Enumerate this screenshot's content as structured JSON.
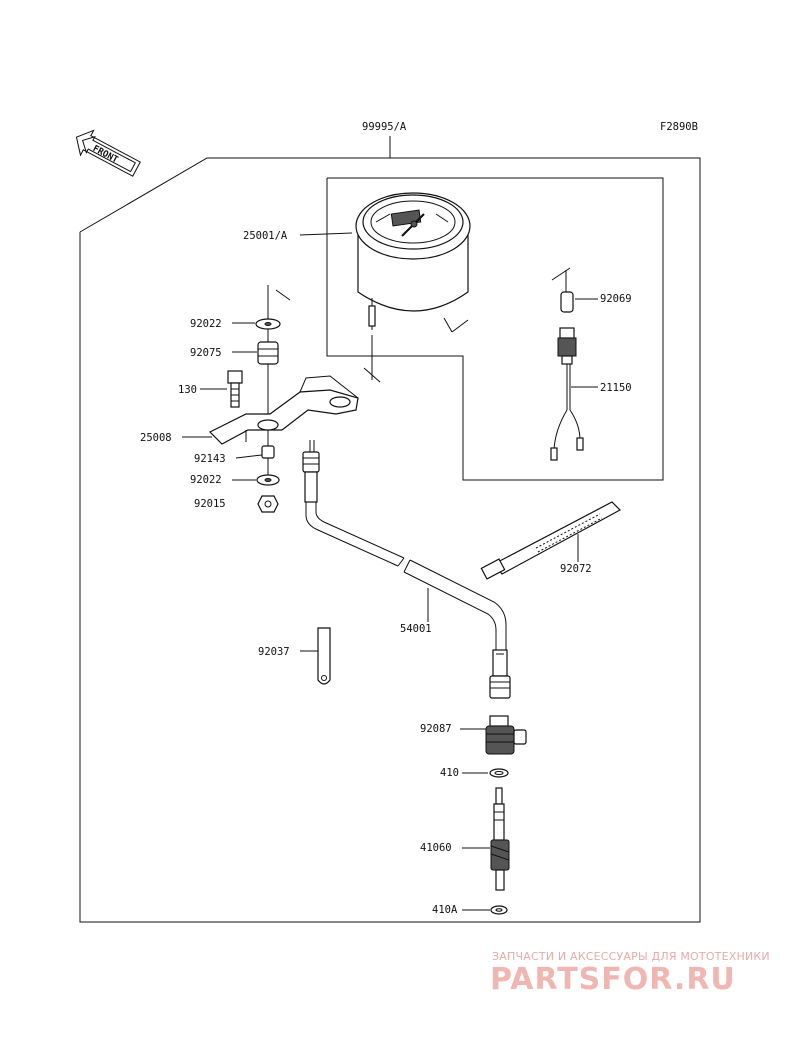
{
  "diagram": {
    "code": "F2890B",
    "assembly_number": "99995/A",
    "front_label": "FRONT",
    "parts": {
      "meter": "25001/A",
      "socket": "92069",
      "wiring": "21150",
      "washer_top": "92022",
      "damper": "92075",
      "bolt": "130",
      "bracket": "25008",
      "collar": "92143",
      "washer_bottom": "92022",
      "nut": "92015",
      "band": "92072",
      "cable": "54001",
      "clamp": "92037",
      "housing": "92087",
      "oring": "410",
      "gear": "41060",
      "washer_gear": "410A"
    }
  },
  "watermark": {
    "subtitle": "ЗАПЧАСТИ И АКСЕССУАРЫ ДЛЯ МОТОТЕХНИКИ",
    "logo": "PARTSFOR.RU"
  }
}
